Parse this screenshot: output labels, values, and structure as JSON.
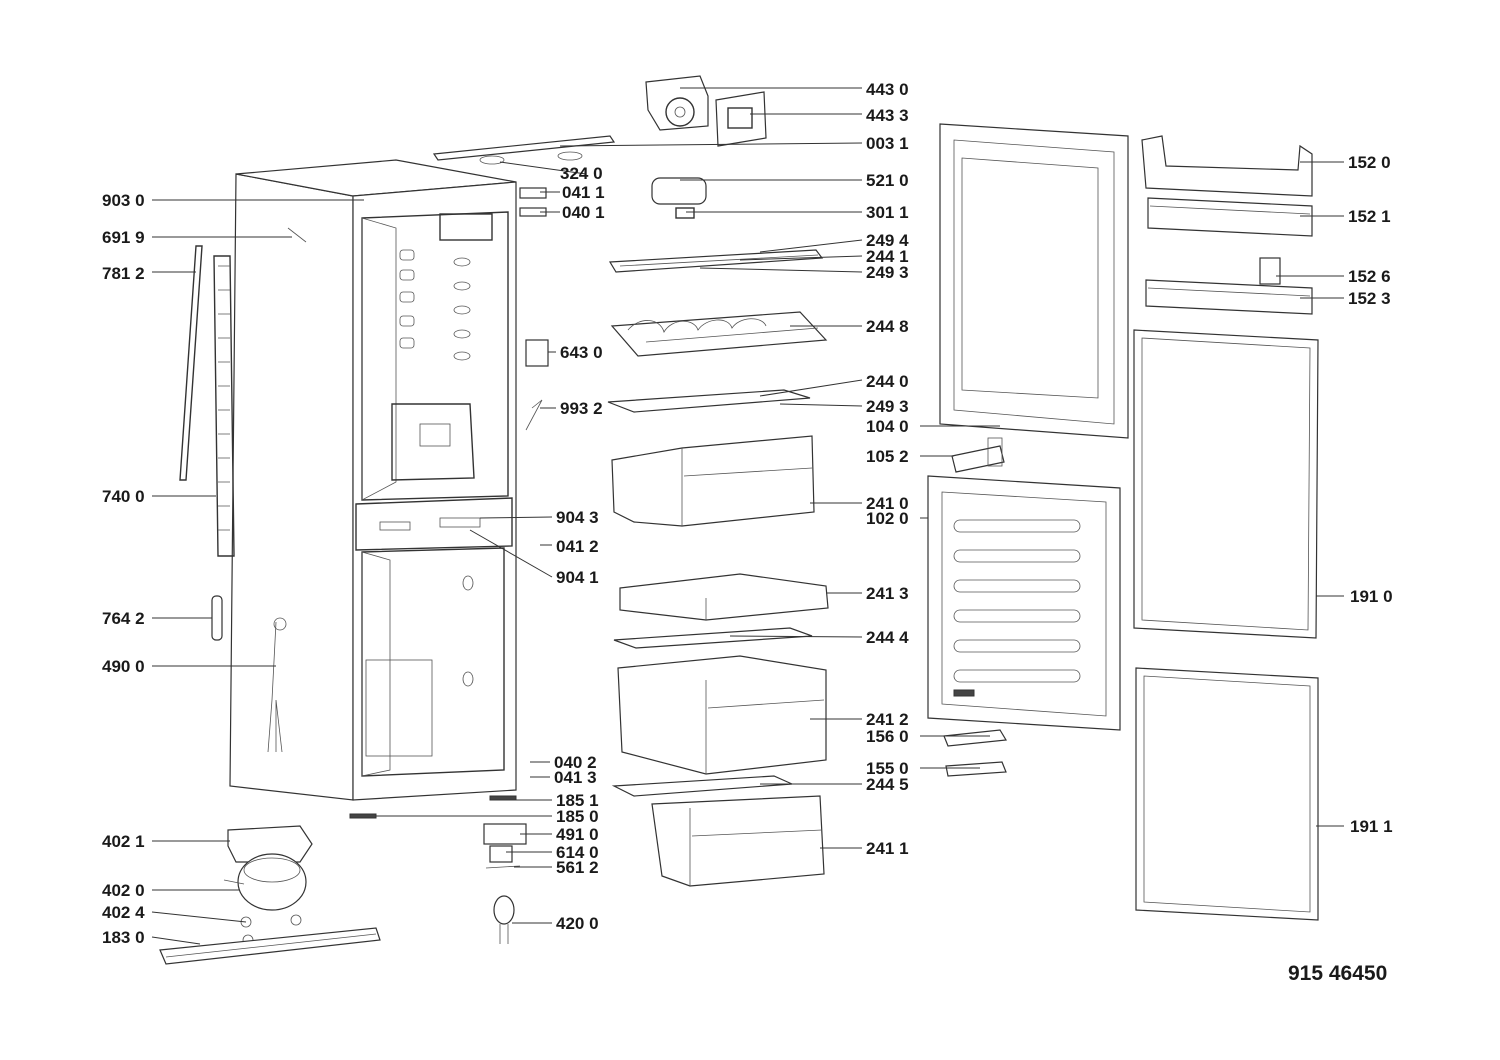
{
  "diagram": {
    "code": "915 46450",
    "labels": [
      {
        "id": "l4430",
        "text": "443 0"
      },
      {
        "id": "l4433",
        "text": "443 3"
      },
      {
        "id": "l0031",
        "text": "003 1"
      },
      {
        "id": "l3240",
        "text": "324 0"
      },
      {
        "id": "l0411",
        "text": "041 1"
      },
      {
        "id": "l0401",
        "text": "040 1"
      },
      {
        "id": "l9030",
        "text": "903 0"
      },
      {
        "id": "l6919",
        "text": "691 9"
      },
      {
        "id": "l7812",
        "text": "781 2"
      },
      {
        "id": "l5210",
        "text": "521 0"
      },
      {
        "id": "l3011",
        "text": "301 1"
      },
      {
        "id": "l2494",
        "text": "249 4"
      },
      {
        "id": "l2441",
        "text": "244 1"
      },
      {
        "id": "l2493a",
        "text": "249 3"
      },
      {
        "id": "l2448",
        "text": "244 8"
      },
      {
        "id": "l6430",
        "text": "643 0"
      },
      {
        "id": "l2440",
        "text": "244 0"
      },
      {
        "id": "l9932",
        "text": "993 2"
      },
      {
        "id": "l2493b",
        "text": "249 3"
      },
      {
        "id": "l1040",
        "text": "104 0"
      },
      {
        "id": "l1052",
        "text": "105 2"
      },
      {
        "id": "l7400",
        "text": "740 0"
      },
      {
        "id": "l2410",
        "text": "241 0"
      },
      {
        "id": "l1020",
        "text": "102 0"
      },
      {
        "id": "l9043",
        "text": "904 3"
      },
      {
        "id": "l0412",
        "text": "041 2"
      },
      {
        "id": "l9041",
        "text": "904 1"
      },
      {
        "id": "l2413",
        "text": "241 3"
      },
      {
        "id": "l7642",
        "text": "764 2"
      },
      {
        "id": "l2444",
        "text": "244 4"
      },
      {
        "id": "l4900",
        "text": "490 0"
      },
      {
        "id": "l2412",
        "text": "241 2"
      },
      {
        "id": "l1560",
        "text": "156 0"
      },
      {
        "id": "l0402",
        "text": "040 2"
      },
      {
        "id": "l1550",
        "text": "155 0"
      },
      {
        "id": "l0413",
        "text": "041 3"
      },
      {
        "id": "l2445",
        "text": "244 5"
      },
      {
        "id": "l1851",
        "text": "185 1"
      },
      {
        "id": "l1850",
        "text": "185 0"
      },
      {
        "id": "l4910",
        "text": "491 0"
      },
      {
        "id": "l4021",
        "text": "402 1"
      },
      {
        "id": "l6140",
        "text": "614 0"
      },
      {
        "id": "l2411",
        "text": "241 1"
      },
      {
        "id": "l5612",
        "text": "561 2"
      },
      {
        "id": "l4020",
        "text": "402 0"
      },
      {
        "id": "l4024",
        "text": "402 4"
      },
      {
        "id": "l4200",
        "text": "420 0"
      },
      {
        "id": "l1830",
        "text": "183 0"
      },
      {
        "id": "l1520",
        "text": "152 0"
      },
      {
        "id": "l1521",
        "text": "152 1"
      },
      {
        "id": "l1526",
        "text": "152 6"
      },
      {
        "id": "l1523",
        "text": "152 3"
      },
      {
        "id": "l1910",
        "text": "191 0"
      },
      {
        "id": "l1911",
        "text": "191 1"
      }
    ]
  }
}
